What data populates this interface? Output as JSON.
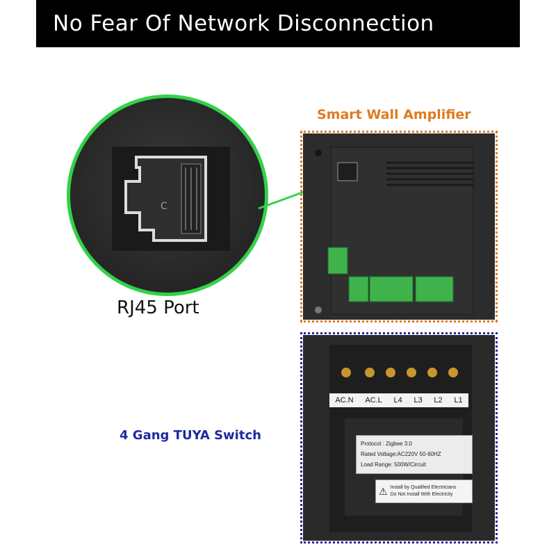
{
  "banner": {
    "text": "No Fear Of Network Disconnection"
  },
  "zoom": {
    "label": "RJ45 Port"
  },
  "amplifier": {
    "title": "Smart Wall Amplifier"
  },
  "switch": {
    "title": "4 Gang TUYA Switch",
    "terminals": [
      "AC.N",
      "AC.L",
      "L4",
      "L3",
      "L2",
      "L1"
    ],
    "spec": {
      "protocol": "Protocol : Zigbee 3.0",
      "voltage": "Rated Voltage:AC220V 50-60HZ",
      "load": "Load Range: 500W/Circuit"
    },
    "warning": {
      "line1": "Install by Qualified Electricians",
      "line2": "Do Not Install With Electricity"
    }
  },
  "colors": {
    "green_ring": "#33d14a",
    "orange": "#e07a1f",
    "blue": "#24279b",
    "terminal_green": "#33b54a"
  }
}
